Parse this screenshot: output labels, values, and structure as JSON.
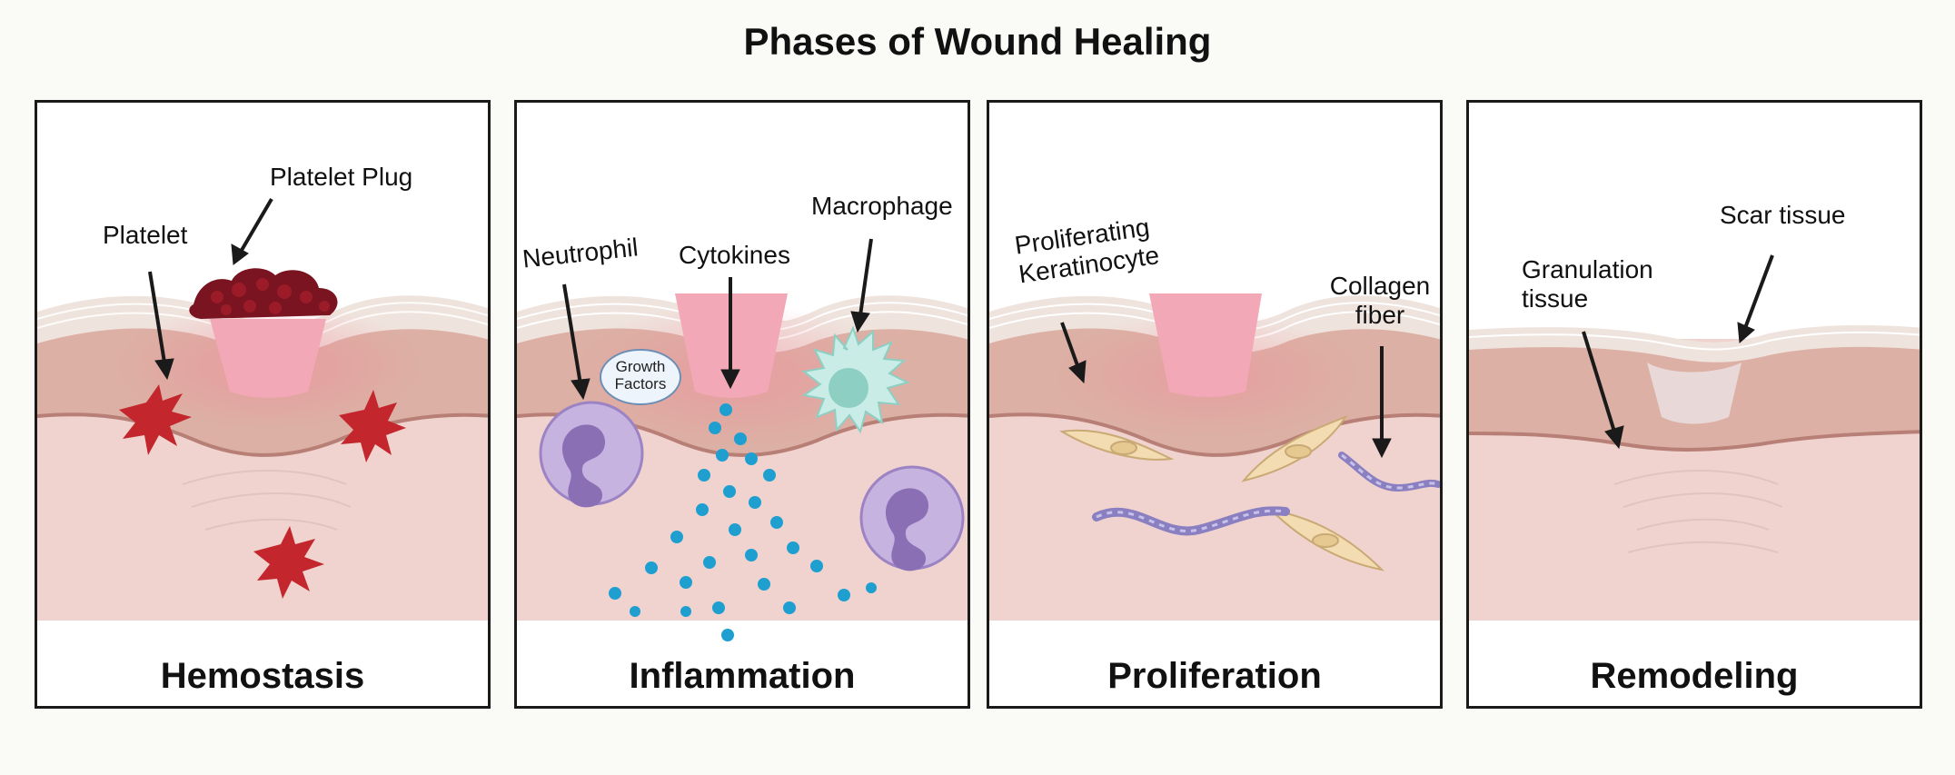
{
  "title": "Phases of Wound Healing",
  "panels": [
    {
      "name": "Hemostasis",
      "labels": {
        "platelet_plug": "Platelet Plug",
        "platelet": "Platelet"
      }
    },
    {
      "name": "Inflammation",
      "labels": {
        "neutrophil": "Neutrophil",
        "cytokines": "Cytokines",
        "macrophage": "Macrophage",
        "growth_factors_1": "Growth",
        "growth_factors_2": "Factors"
      }
    },
    {
      "name": "Proliferation",
      "labels": {
        "keratinocyte_1": "Proliferating",
        "keratinocyte_2": "Keratinocyte",
        "collagen_1": "Collagen",
        "collagen_2": "fiber"
      }
    },
    {
      "name": "Remodeling",
      "labels": {
        "granulation_1": "Granulation",
        "granulation_2": "tissue",
        "scar": "Scar tissue"
      }
    }
  ],
  "colors": {
    "dermis": "#f0d3cf",
    "epidermis": "#dcb0a4",
    "stratum": "#efe3dd",
    "wound": "#f2a8b6",
    "platelet": "#c3262c",
    "clot": "#7a1420",
    "neutrophil": "#c7b3e0",
    "macrophage": "#c9ece6",
    "cytokine": "#1e9fd0",
    "fibroblast": "#f3dcb2",
    "collagen": "#8a7fc0"
  }
}
